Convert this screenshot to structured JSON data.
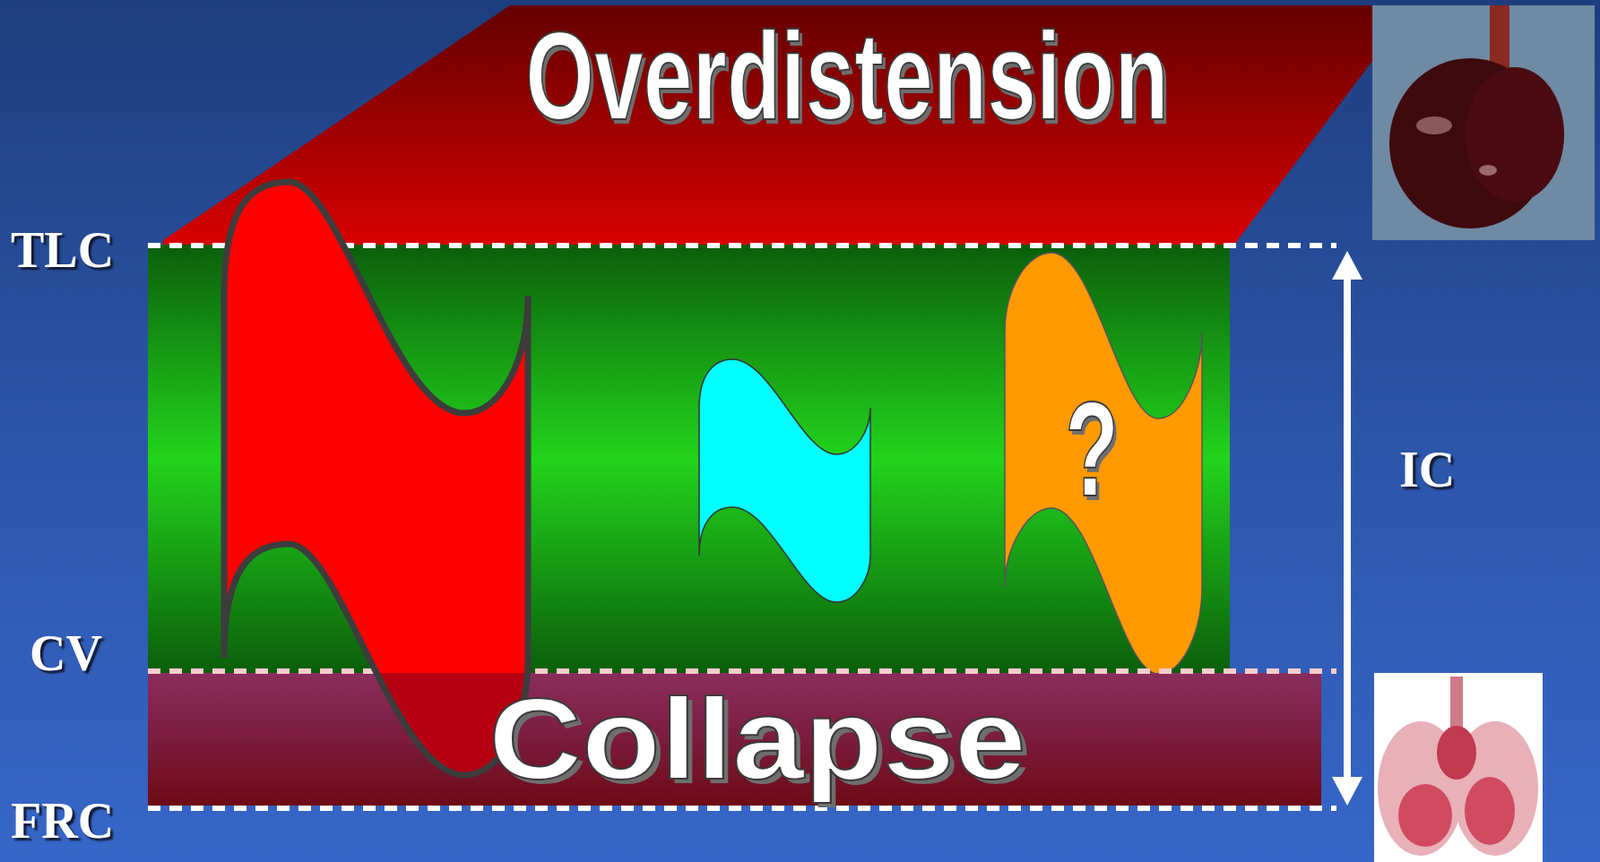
{
  "diagram": {
    "nodes": [
      {
        "text": [
          "Overdistension"
        ]
      },
      {
        "text": [
          "?"
        ]
      },
      {
        "text": [
          "Collapse"
        ]
      }
    ],
    "labels": [
      "TLC",
      "CV",
      "FRC",
      "IC"
    ]
  }
}
